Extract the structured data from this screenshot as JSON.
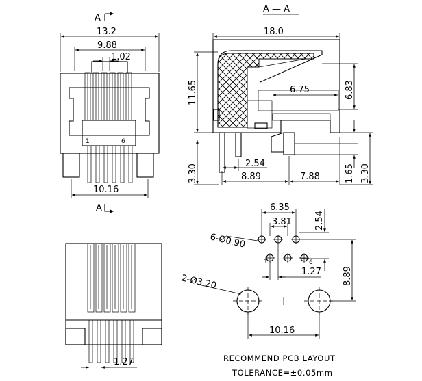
{
  "section_labels": {
    "a_top": "A",
    "a_bottom": "A",
    "section_title": "A  —  A"
  },
  "front_view": {
    "dim_overall_width": "13.2",
    "dim_inner_width": "9.88",
    "dim_pin_pitch": "1.02",
    "dim_pin_span": "10.16",
    "pin_label_first": "1",
    "pin_label_last": "6"
  },
  "side_view": {
    "dim_length": "18.0",
    "dim_height": "11.65",
    "dim_pin_len_left": "3.30",
    "dim_pin_gap": "2.54",
    "dim_pin_to_post": "8.89",
    "dim_post_to_front": "7.88",
    "dim_inner_depth": "6.75",
    "dim_inner_height": "6.83",
    "dim_post_len": "1.65",
    "dim_pin_len_right": "3.30"
  },
  "bottom_view": {
    "dim_pin_pitch": "1.27"
  },
  "pcb_layout": {
    "dim_hole_span": "6.35",
    "dim_hole_pitch": "3.81",
    "dim_row_spacing": "2.54",
    "dim_small_hole_label": "6-Ø0.90",
    "dim_row_offset": "1.27",
    "dim_vertical": "8.89",
    "dim_post_hole_label": "2-Ø3.20",
    "dim_post_span": "10.16",
    "hole_label_first": "1",
    "hole_label_last": "6",
    "caption": "RECOMMEND  PCB  LAYOUT",
    "tolerance": "TOLERANCE=±0.05mm"
  }
}
